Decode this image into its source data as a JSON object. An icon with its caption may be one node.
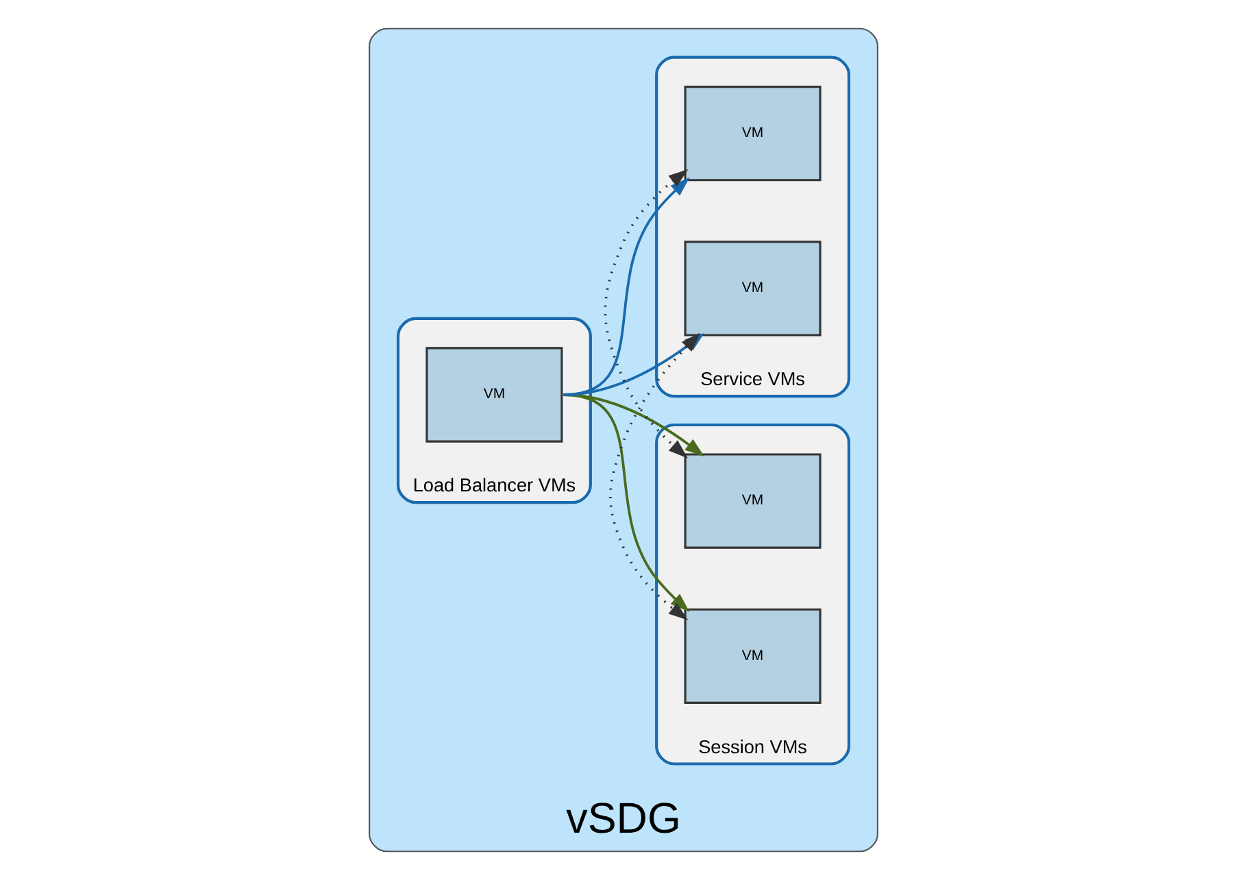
{
  "diagram": {
    "nodes": [
      {
        "text": [
          "vSDG"
        ]
      },
      {
        "text": [],
        "shape": "ellipse",
        "in": 0,
        "beside": [
          "Load Balancer VMs"
        ]
      },
      {
        "text": [
          "VM"
        ],
        "in": 1
      },
      {
        "text": [],
        "shape": "ellipse",
        "in": 0,
        "beside": [
          "Session VMs"
        ]
      },
      {
        "text": [
          "VM"
        ],
        "in": 3
      },
      {
        "text": [
          "VM"
        ],
        "in": 3
      },
      {
        "text": [],
        "shape": "ellipse",
        "in": 0,
        "beside": [
          "Service VMs"
        ]
      },
      {
        "text": [
          "VM"
        ],
        "in": 6
      },
      {
        "text": [
          "VM"
        ],
        "in": 6
      }
    ],
    "edges": [
      {
        "from": 2,
        "to": 4,
        "arrow": "to",
        "color": "#4a6b1f"
      },
      {
        "from": 2,
        "to": 7,
        "arrow": "to",
        "color": "#1a6aad"
      },
      {
        "from": 2,
        "to": 8,
        "arrow": "to",
        "color": "#1a6aad"
      },
      {
        "from": 2,
        "to": 5,
        "arrow": "to",
        "color": "#4a6b1f"
      },
      {
        "from": 7,
        "to": 4,
        "arrow": "both",
        "style": "dashed",
        "color": "#333333"
      },
      {
        "from": 8,
        "to": 5,
        "arrow": "both",
        "style": "dashed",
        "color": "#333333"
      }
    ]
  }
}
